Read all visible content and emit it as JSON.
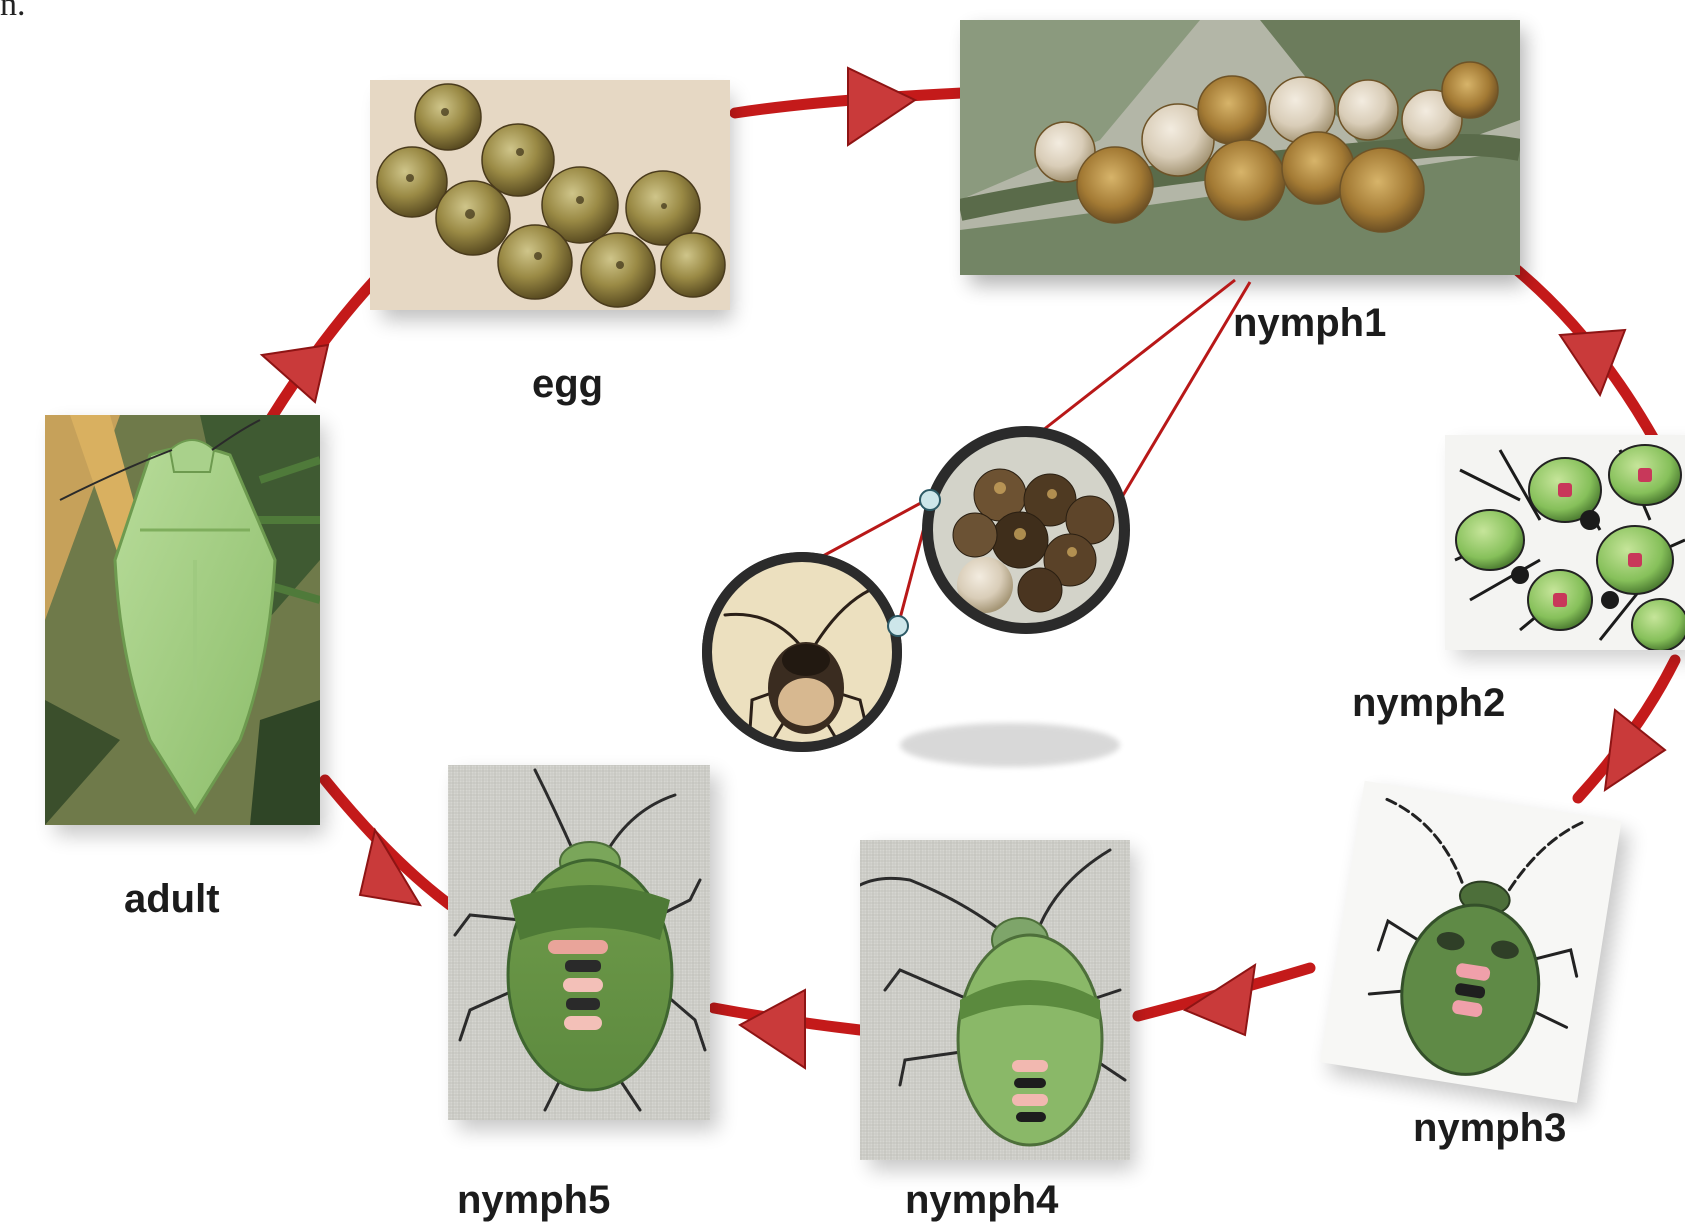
{
  "corner_fragment": "n.",
  "stages": {
    "egg": "egg",
    "nymph1": "nymph1",
    "nymph2": "nymph2",
    "nymph3": "nymph3",
    "nymph4": "nymph4",
    "nymph5": "nymph5",
    "adult": "adult"
  },
  "colors": {
    "arrow": "#c41a1a",
    "arrow_head": "#c93a3a",
    "zoom_line": "#b81818",
    "lens_ring": "#2b2b2b"
  }
}
